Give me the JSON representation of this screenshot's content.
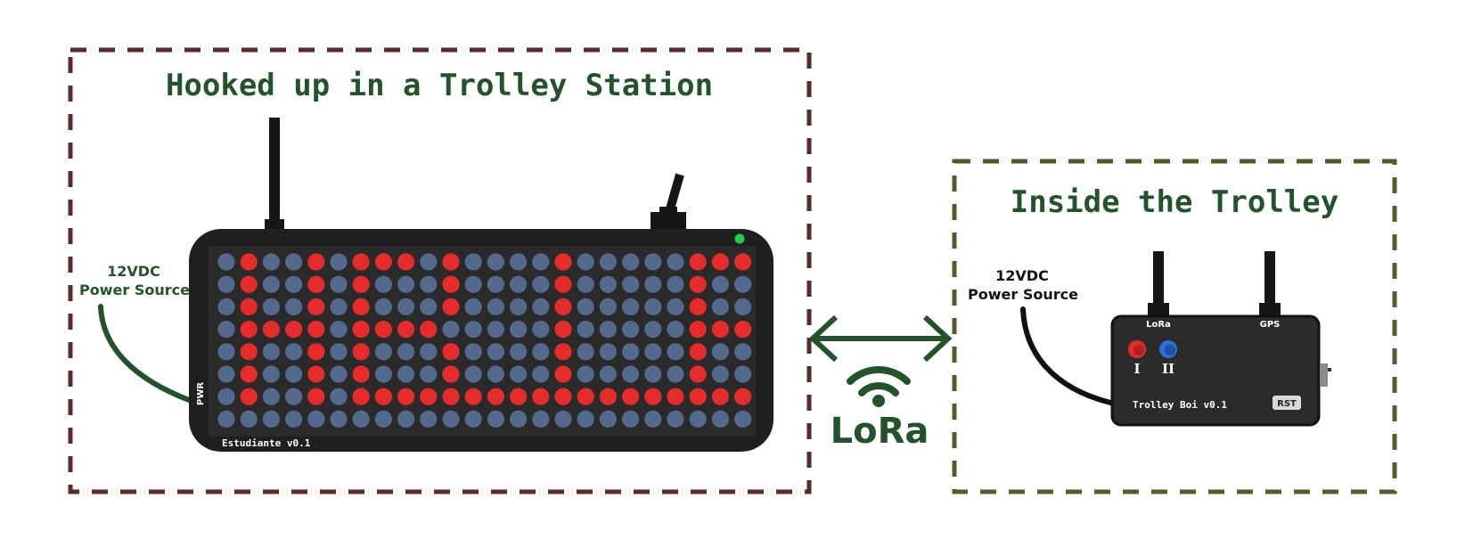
{
  "station": {
    "title": "Hooked up in a Trolley Station",
    "power_line1": "12VDC",
    "power_line2": "Power Source",
    "pwr_label": "PWR",
    "device_label": "Estudiante v0.1",
    "led_matrix": {
      "columns": 24,
      "rows": [
        "010010111010000100000111",
        "010010100010000100000100",
        "010010100010000100000100",
        "011110111100000100000111",
        "010010100010000100000100",
        "010010100010000100000100",
        "010010111111111111111111",
        "000000000000000000000000"
      ],
      "on_color": "#e52c2a",
      "off_color": "#536a8d"
    }
  },
  "trolley": {
    "title": "Inside the Trolley",
    "power_line1": "12VDC",
    "power_line2": "Power Source",
    "lora_port": "LoRa",
    "gps_port": "GPS",
    "button1_label": "I",
    "button2_label": "II",
    "device_label": "Trolley Boi v0.1",
    "rst_label": "RST"
  },
  "link": {
    "label": "LoRa"
  },
  "colors": {
    "green": "#22532a",
    "station_border": "#5a2a2a",
    "trolley_border": "#555a2a",
    "device_body": "#1f1f1f",
    "status_led": "#22d04b"
  }
}
